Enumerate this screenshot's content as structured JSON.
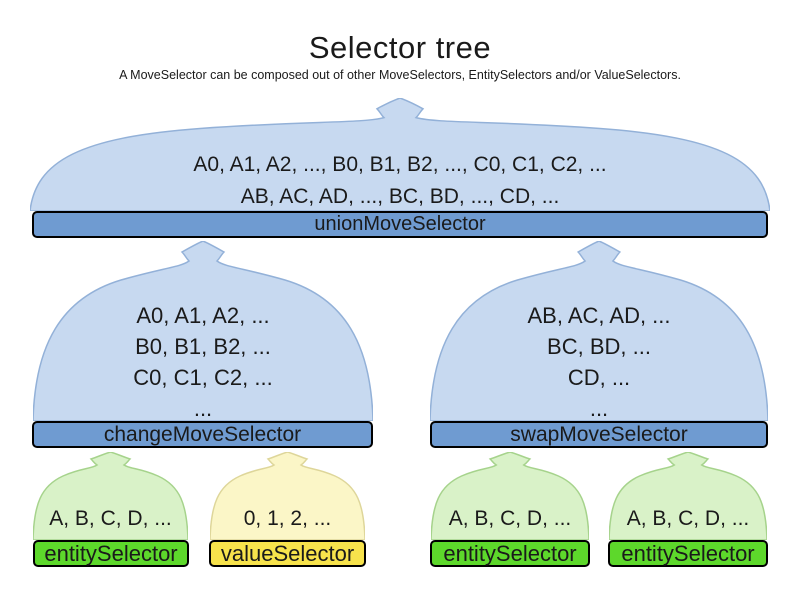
{
  "title": "Selector tree",
  "subtitle": "A MoveSelector can be composed out of other MoveSelectors, EntitySelectors and/or ValueSelectors.",
  "colors": {
    "blue_fill": "#c7d9f0",
    "blue_stroke": "#93b1d8",
    "blue_bar": "#6f9bd1",
    "green_fill": "#d9f2c8",
    "green_stroke": "#a6d38c",
    "green_bar": "#5dd82b",
    "yellow_fill": "#fbf6c7",
    "yellow_stroke": "#ded69a",
    "yellow_bar": "#f7e34c"
  },
  "nodes": {
    "union": {
      "label": "unionMoveSelector",
      "lines": [
        "A0, A1, A2, ..., B0, B1, B2, ..., C0, C1, C2, ...",
        "AB, AC, AD, ..., BC, BD, ..., CD, ..."
      ]
    },
    "change": {
      "label": "changeMoveSelector",
      "lines": [
        "A0, A1, A2, ...",
        "B0, B1, B2, ...",
        "C0, C1, C2, ...",
        "..."
      ]
    },
    "swap": {
      "label": "swapMoveSelector",
      "lines": [
        "AB, AC, AD, ...",
        "BC, BD, ...",
        "CD, ...",
        "..."
      ]
    },
    "entity1": {
      "label": "entitySelector",
      "lines": [
        "A, B, C, D, ..."
      ]
    },
    "value1": {
      "label": "valueSelector",
      "lines": [
        "0, 1, 2, ..."
      ]
    },
    "entity2": {
      "label": "entitySelector",
      "lines": [
        "A, B, C, D, ..."
      ]
    },
    "entity3": {
      "label": "entitySelector",
      "lines": [
        "A, B, C, D, ..."
      ]
    }
  }
}
